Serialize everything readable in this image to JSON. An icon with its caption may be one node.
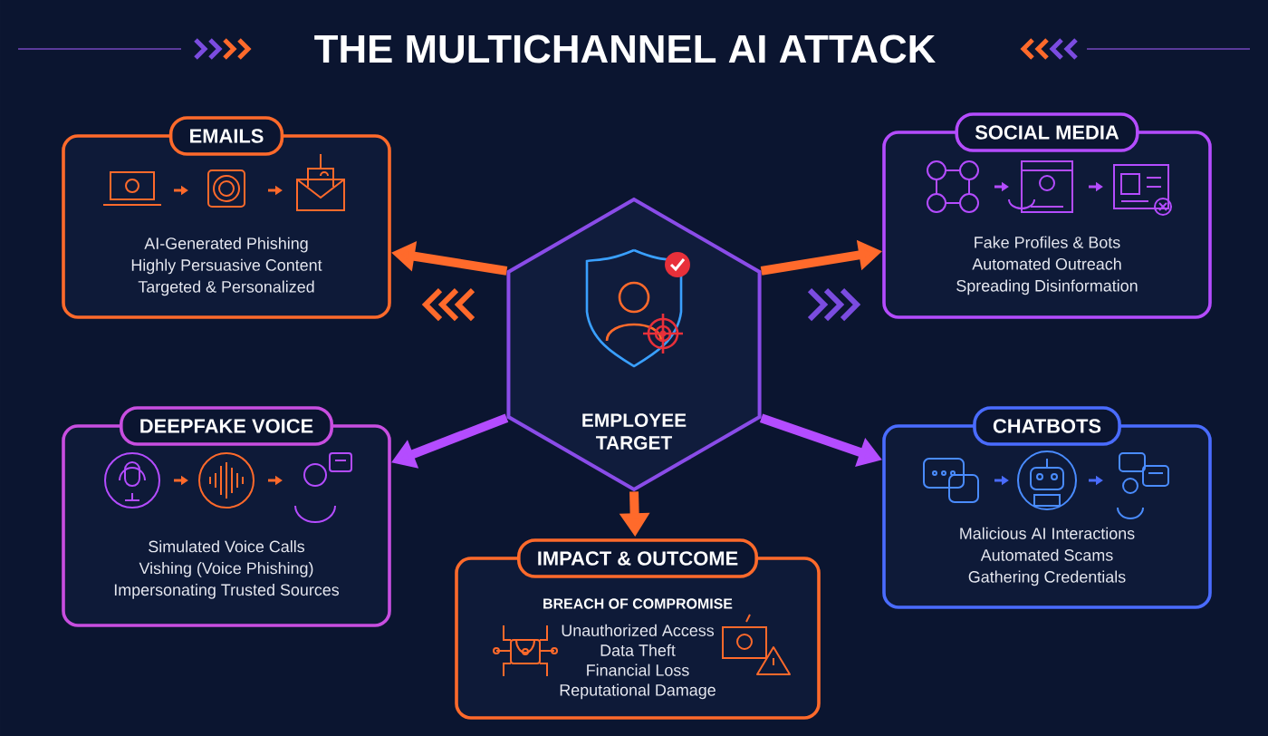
{
  "diagram": {
    "title": "THE MULTICHANNEL AI ATTACK",
    "nodes": [
      {
        "text": [
          "EMPLOYEE TARGET"
        ]
      },
      {
        "text": [
          "EMAILS",
          "AI-Generated Phishing",
          "Highly Persuasive Content",
          "Targeted & Personalized"
        ]
      },
      {
        "text": [
          "SOCIAL MEDIA",
          "Fake Profiles & Bots",
          "Automated Outreach",
          "Spreading Disinformation"
        ]
      },
      {
        "text": [
          "DEEPFAKE VOICE",
          "Simulated Voice Calls",
          "Vishing (Voice Phishing)",
          "Impersonating Trusted Sources"
        ]
      },
      {
        "text": [
          "CHATBOTS",
          "Malicious AI Interactions",
          "Automated Scams",
          "Gathering Credentials"
        ]
      },
      {
        "text": [
          "IMPACT & OUTCOME",
          "BREACH OF COMPROMISE",
          "Unauthorized Access",
          "Data Theft",
          "Financial Loss",
          "Reputational Damage"
        ]
      }
    ],
    "edges": [
      {
        "from": 0,
        "to": 1,
        "arrow": "to",
        "color": "#ff6a2b"
      },
      {
        "from": 0,
        "to": 2,
        "arrow": "to",
        "color": "#ff6a2b"
      },
      {
        "from": 0,
        "to": 3,
        "arrow": "to",
        "color": "#b44cff"
      },
      {
        "from": 0,
        "to": 4,
        "arrow": "to",
        "color": "#b44cff"
      },
      {
        "from": 0,
        "to": 5,
        "arrow": "to",
        "color": "#ff6a2b"
      }
    ]
  }
}
